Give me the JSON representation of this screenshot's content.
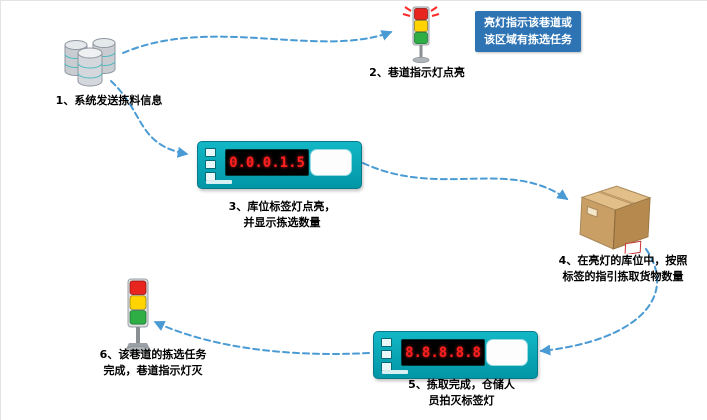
{
  "diagram": {
    "steps": {
      "step1": "1、系统发送拣料信息",
      "step2": "2、巷道指示灯点亮",
      "step3": "3、库位标签灯点亮，\n并显示拣选数量",
      "step4": "4、在亮灯的库位中，按照\n标签的指引拣取货物数量",
      "step5": "5、拣取完成，仓储人\n员拍灭标签灯",
      "step6": "6、该巷道的拣选任务\n完成，巷道指示灯灭"
    },
    "callout": "亮灯指示该巷道或\n该区域有拣选任务",
    "devices": {
      "device3": {
        "display": "0.0.0.1.5"
      },
      "device5": {
        "display": "8.8.8.8.8"
      }
    },
    "colors": {
      "device_body": "#06a4b4",
      "display_digits": "#ff1f1f",
      "callout_bg": "#2e74b5",
      "arrow": "#4a9bd4",
      "light_red": "#e8251f",
      "light_yellow": "#ffd400",
      "light_green": "#2fae46"
    }
  }
}
